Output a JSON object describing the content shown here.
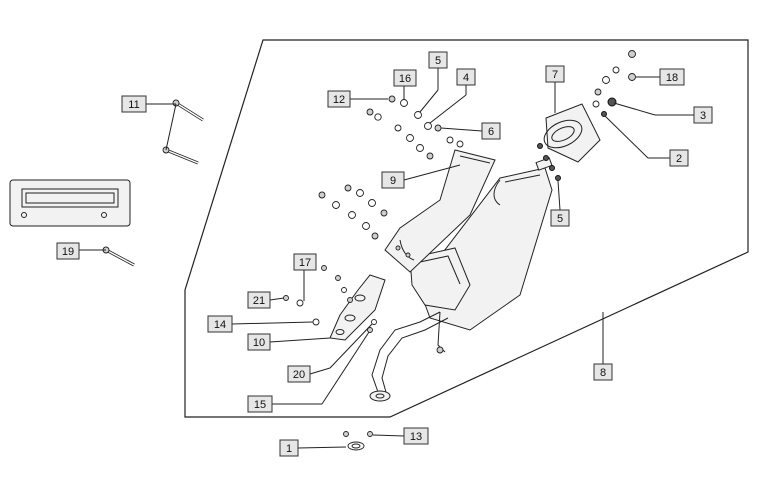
{
  "diagram": {
    "callouts": [
      {
        "id": "c1",
        "label": "1"
      },
      {
        "id": "c2",
        "label": "2"
      },
      {
        "id": "c3",
        "label": "3"
      },
      {
        "id": "c4",
        "label": "4"
      },
      {
        "id": "c5a",
        "label": "5"
      },
      {
        "id": "c5b",
        "label": "5"
      },
      {
        "id": "c6",
        "label": "6"
      },
      {
        "id": "c7",
        "label": "7"
      },
      {
        "id": "c8",
        "label": "8"
      },
      {
        "id": "c9",
        "label": "9"
      },
      {
        "id": "c10",
        "label": "10"
      },
      {
        "id": "c11",
        "label": "11"
      },
      {
        "id": "c12",
        "label": "12"
      },
      {
        "id": "c13",
        "label": "13"
      },
      {
        "id": "c14",
        "label": "14"
      },
      {
        "id": "c15",
        "label": "15"
      },
      {
        "id": "c16",
        "label": "16"
      },
      {
        "id": "c17",
        "label": "17"
      },
      {
        "id": "c18",
        "label": "18"
      },
      {
        "id": "c19",
        "label": "19"
      },
      {
        "id": "c20",
        "label": "20"
      },
      {
        "id": "c21",
        "label": "21"
      }
    ]
  }
}
